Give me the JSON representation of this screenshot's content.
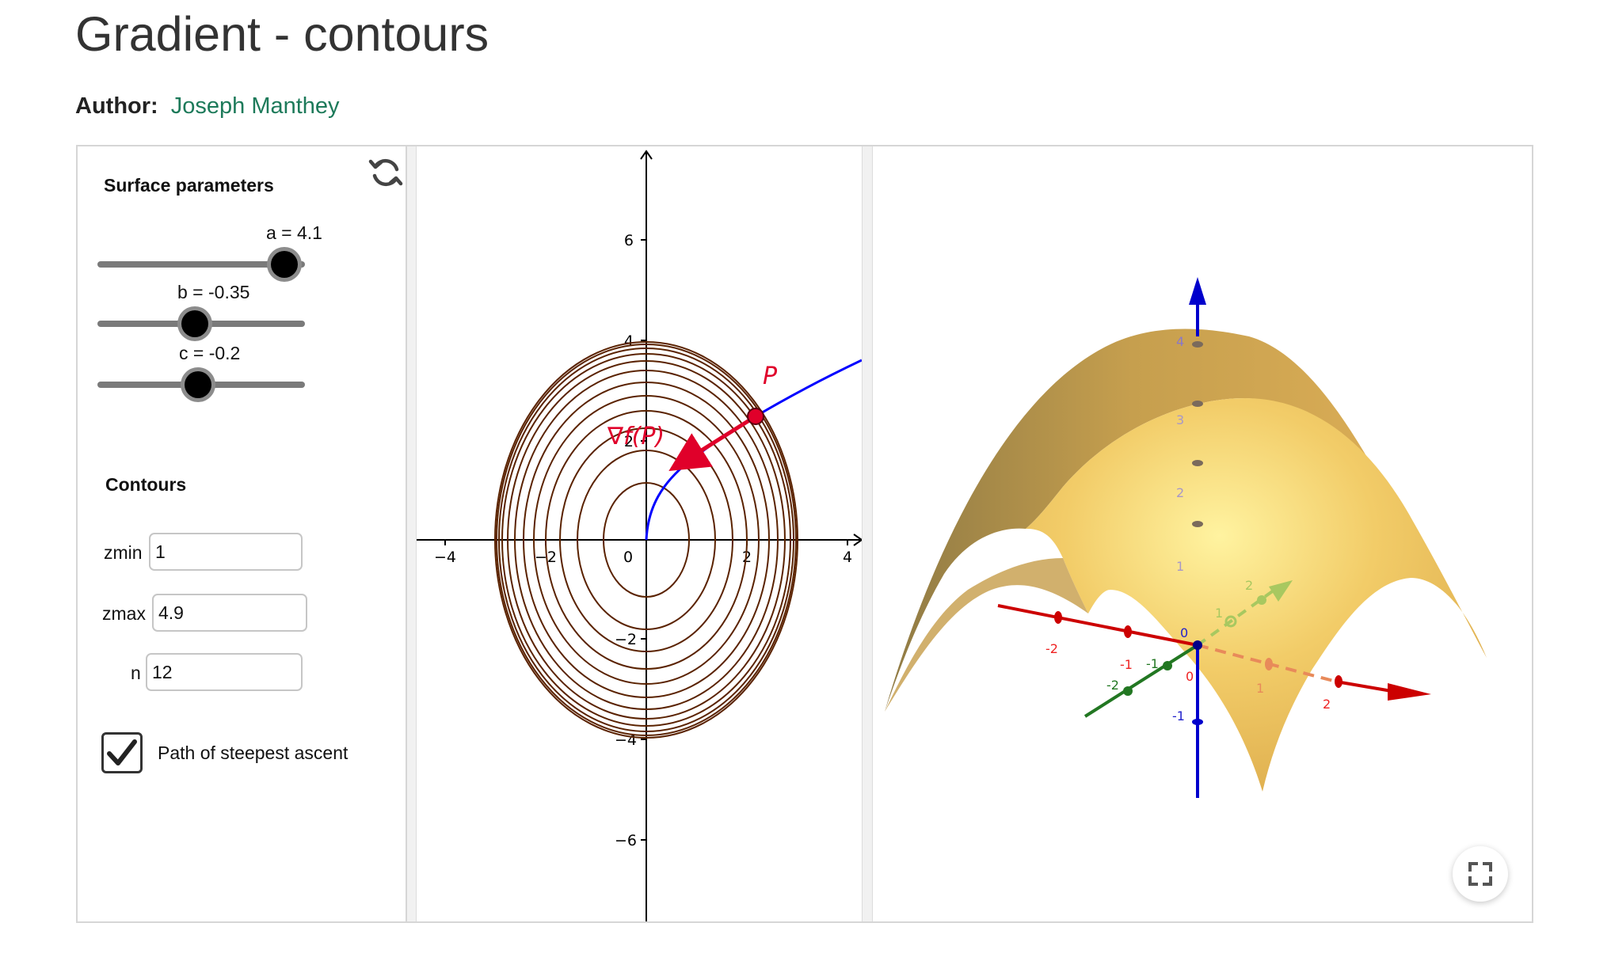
{
  "header": {
    "title": "Gradient - contours",
    "author_label": "Author:",
    "author_name": "Joseph Manthey"
  },
  "algebra": {
    "surface_heading": "Surface parameters",
    "sliders": [
      {
        "label": "a = 4.1",
        "level": 0.9
      },
      {
        "label": "b = -0.35",
        "level": 0.46
      },
      {
        "label": "c = -0.2",
        "level": 0.48
      }
    ],
    "contours_heading": "Contours",
    "fields": [
      {
        "label": "zmin",
        "value": "1"
      },
      {
        "label": "zmax",
        "value": "4.9"
      },
      {
        "label": "n",
        "value": "12"
      }
    ],
    "checkbox": {
      "label": "Path of steepest ascent",
      "checked": true
    }
  },
  "graph2d": {
    "x_ticks": [
      "−4",
      "−2",
      "0",
      "2",
      "4"
    ],
    "y_ticks": [
      "6",
      "4",
      "2",
      "−2",
      "−4",
      "−6"
    ],
    "point_label": "P",
    "gradient_label": "∇f(P)",
    "contour_color": "#5a2200",
    "path_color": "#0000ff",
    "point_color": "#e0002a"
  },
  "graph3d": {
    "z_ticks": [
      "4",
      "3",
      "2",
      "1",
      "0",
      "-1"
    ],
    "x_ticks": [
      "-2",
      "-1",
      "0",
      "1",
      "2"
    ],
    "y_ticks": [
      "-2",
      "-1",
      "1",
      "2"
    ],
    "surface_color": "#e8bb55",
    "x_axis_color": "#cc0000",
    "y_axis_color": "#227722",
    "z_axis_color": "#0000cc"
  },
  "icons": {
    "reset": "refresh-icon",
    "fullscreen": "fullscreen-icon",
    "checkmark": "checkmark-icon"
  }
}
